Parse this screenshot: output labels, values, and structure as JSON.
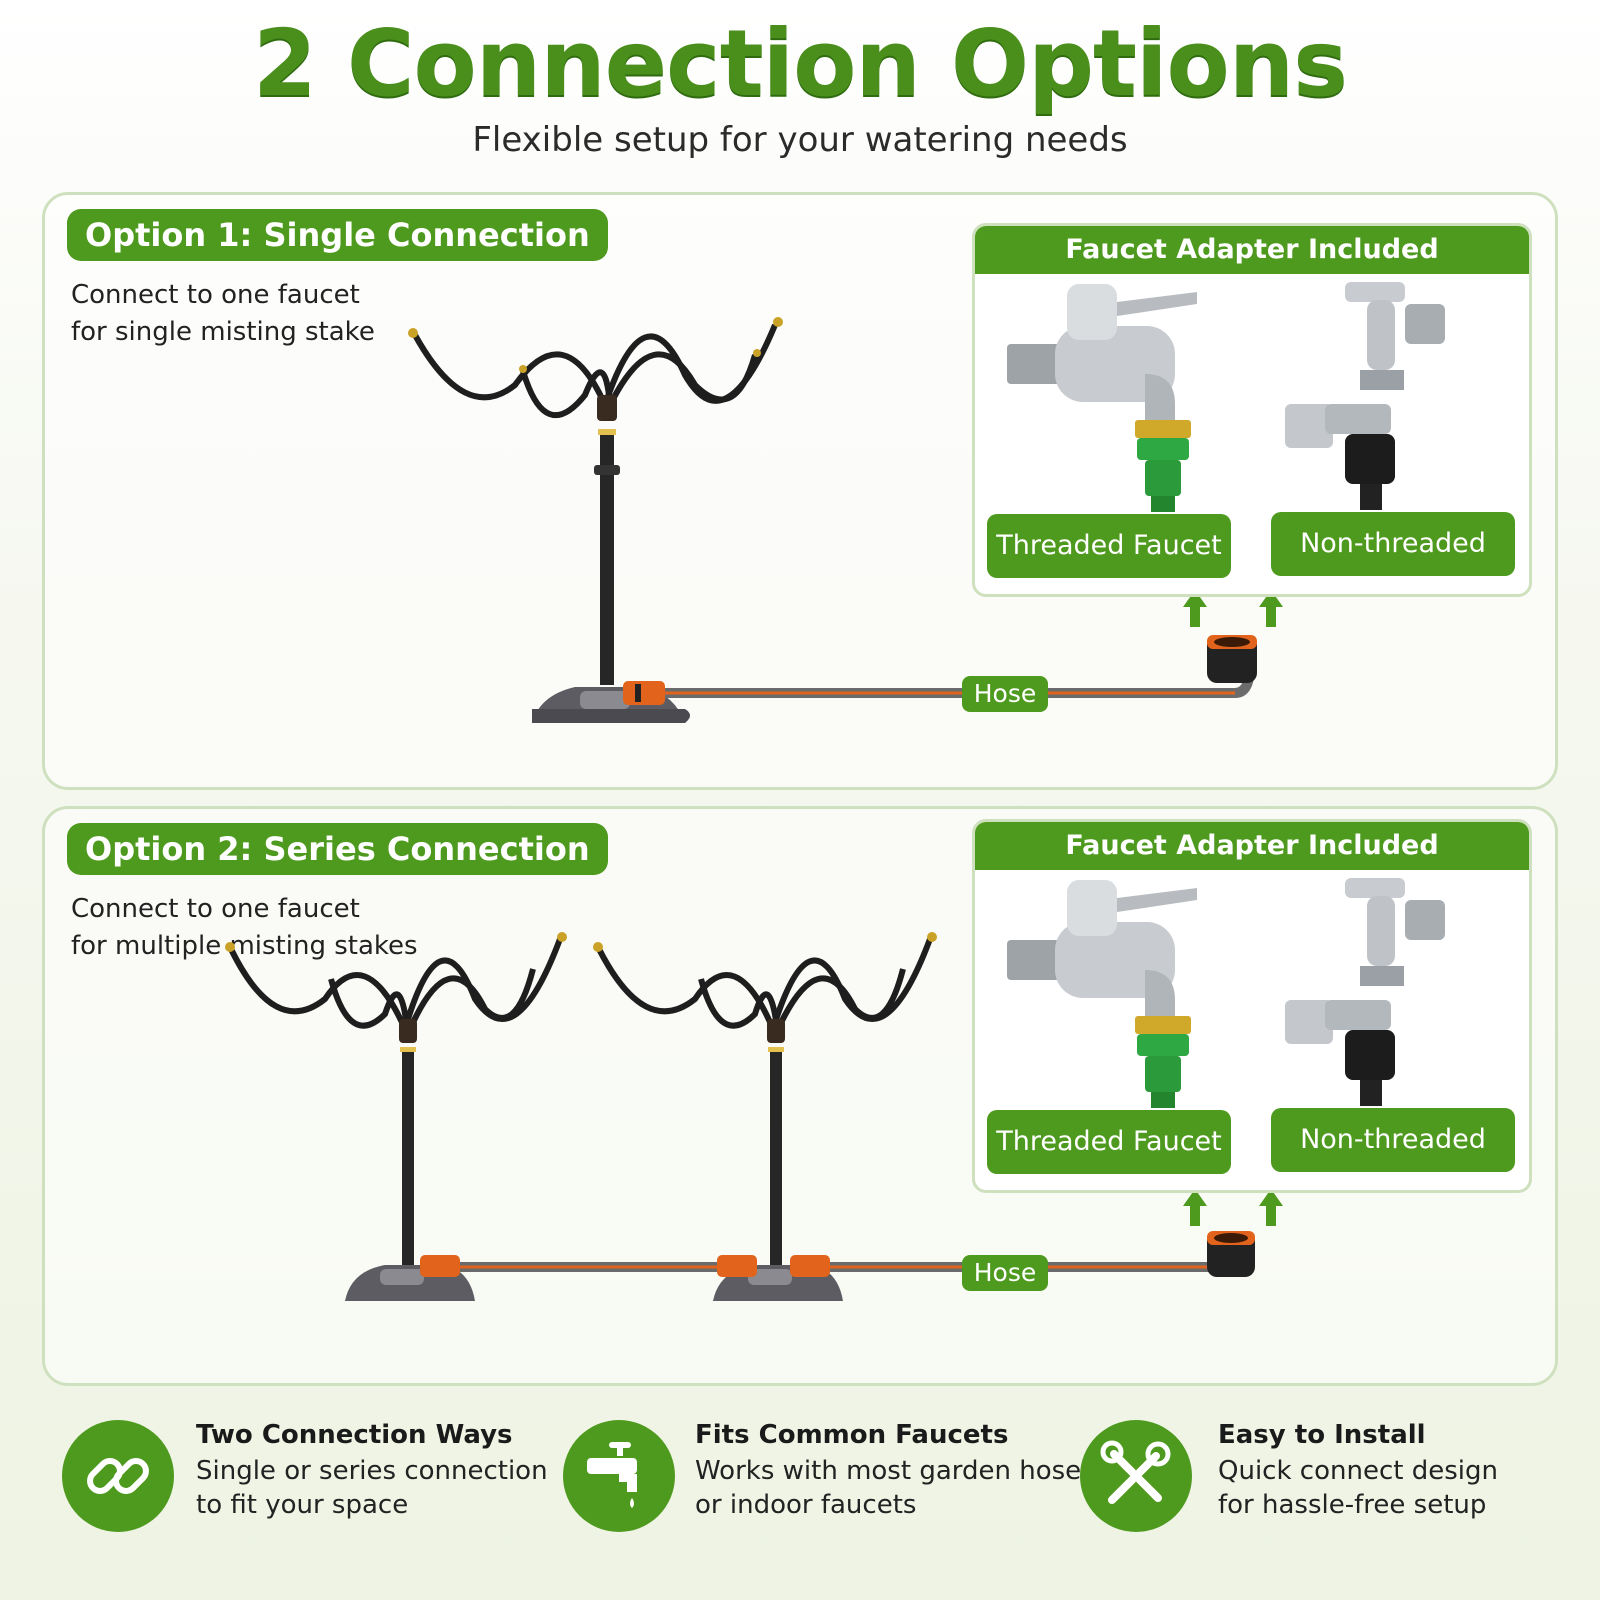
{
  "header": {
    "title": "2 Connection Options",
    "subtitle": "Flexible setup for your watering needs"
  },
  "option1": {
    "badge": "Option 1: Single Connection",
    "desc_line1": "Connect to one faucet",
    "desc_line2": "for single misting stake",
    "adapter_title": "Faucet Adapter Included",
    "faucet_threaded": "Threaded Faucet",
    "faucet_nonthreaded": "Non-threaded",
    "hose_label": "Hose"
  },
  "option2": {
    "badge": "Option 2: Series Connection",
    "desc_line1": "Connect to one faucet",
    "desc_line2": "for multiple misting stakes",
    "adapter_title": "Faucet Adapter Included",
    "faucet_threaded": "Threaded Faucet",
    "faucet_nonthreaded": "Non-threaded",
    "hose_label": "Hose"
  },
  "features": [
    {
      "icon": "link-icon",
      "title": "Two Connection Ways",
      "line1": "Single or series connection",
      "line2": "to fit your space"
    },
    {
      "icon": "faucet-icon",
      "title": "Fits Common Faucets",
      "line1": "Works with most garden hose",
      "line2": "or indoor faucets"
    },
    {
      "icon": "tools-icon",
      "title": "Easy to Install",
      "line1": "Quick connect design",
      "line2": "for hassle-free setup"
    }
  ],
  "colors": {
    "brand_green": "#4e9a1e",
    "title_green": "#4a8f1c",
    "hose_orange": "#e2641c",
    "panel_border": "#cfe0bf"
  }
}
